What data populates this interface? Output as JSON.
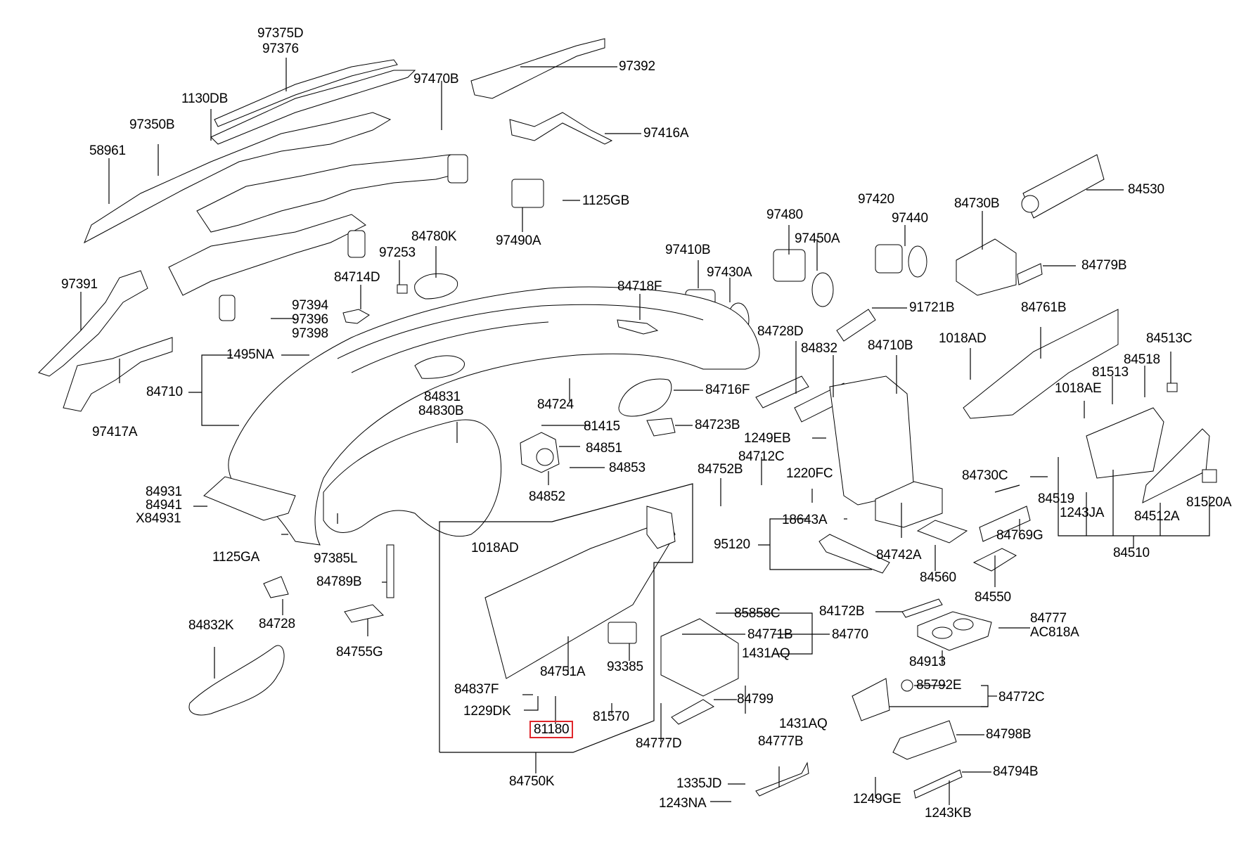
{
  "diagram": {
    "title": "Crash Pad / Instrument Panel Parts Diagram",
    "highlight_color": "#e0262b",
    "highlighted_part": "81180",
    "labels": [
      {
        "id": "p97375D",
        "text": "97375D"
      },
      {
        "id": "p97376",
        "text": "97376"
      },
      {
        "id": "p97392",
        "text": "97392"
      },
      {
        "id": "p1130DB",
        "text": "1130DB"
      },
      {
        "id": "p97470B",
        "text": "97470B"
      },
      {
        "id": "p97350B",
        "text": "97350B"
      },
      {
        "id": "p97416A",
        "text": "97416A"
      },
      {
        "id": "p58961",
        "text": "58961"
      },
      {
        "id": "p84530",
        "text": "84530"
      },
      {
        "id": "p1125GB",
        "text": "1125GB"
      },
      {
        "id": "p97420",
        "text": "97420"
      },
      {
        "id": "p84730B",
        "text": "84730B"
      },
      {
        "id": "p97480",
        "text": "97480"
      },
      {
        "id": "p97440",
        "text": "97440"
      },
      {
        "id": "p97490A",
        "text": "97490A"
      },
      {
        "id": "p84780K",
        "text": "84780K"
      },
      {
        "id": "p97450A",
        "text": "97450A"
      },
      {
        "id": "p97253",
        "text": "97253"
      },
      {
        "id": "p97410B",
        "text": "97410B"
      },
      {
        "id": "p84779B",
        "text": "84779B"
      },
      {
        "id": "p84714D",
        "text": "84714D"
      },
      {
        "id": "p97430A",
        "text": "97430A"
      },
      {
        "id": "p97391",
        "text": "97391"
      },
      {
        "id": "p84718F",
        "text": "84718F"
      },
      {
        "id": "p97394",
        "text": "97394"
      },
      {
        "id": "p97396",
        "text": "97396"
      },
      {
        "id": "p97398",
        "text": "97398"
      },
      {
        "id": "p91721B",
        "text": "91721B"
      },
      {
        "id": "p84761B",
        "text": "84761B"
      },
      {
        "id": "p84728D",
        "text": "84728D"
      },
      {
        "id": "p1018AD_a",
        "text": "1018AD"
      },
      {
        "id": "p84513C",
        "text": "84513C"
      },
      {
        "id": "p84832",
        "text": "84832"
      },
      {
        "id": "p84710B",
        "text": "84710B"
      },
      {
        "id": "p1495NA",
        "text": "1495NA"
      },
      {
        "id": "p84518",
        "text": "84518"
      },
      {
        "id": "p81513",
        "text": "81513"
      },
      {
        "id": "p84710",
        "text": "84710"
      },
      {
        "id": "p84831",
        "text": "84831"
      },
      {
        "id": "p84716F",
        "text": "84716F"
      },
      {
        "id": "p1018AE",
        "text": "1018AE"
      },
      {
        "id": "p84830B",
        "text": "84830B"
      },
      {
        "id": "p84724",
        "text": "84724"
      },
      {
        "id": "p97417A",
        "text": "97417A"
      },
      {
        "id": "p81415",
        "text": "81415"
      },
      {
        "id": "p84723B",
        "text": "84723B"
      },
      {
        "id": "p1249EB",
        "text": "1249EB"
      },
      {
        "id": "p84851",
        "text": "84851"
      },
      {
        "id": "p84712C",
        "text": "84712C"
      },
      {
        "id": "p84853",
        "text": "84853"
      },
      {
        "id": "p84752B",
        "text": "84752B"
      },
      {
        "id": "p1220FC",
        "text": "1220FC"
      },
      {
        "id": "p84730C",
        "text": "84730C"
      },
      {
        "id": "p84931",
        "text": "84931"
      },
      {
        "id": "p84941",
        "text": "84941"
      },
      {
        "id": "pX84931",
        "text": "X84931"
      },
      {
        "id": "p84852",
        "text": "84852"
      },
      {
        "id": "p84519",
        "text": "84519"
      },
      {
        "id": "p81520A",
        "text": "81520A"
      },
      {
        "id": "p18643A",
        "text": "18643A"
      },
      {
        "id": "p1243JA",
        "text": "1243JA"
      },
      {
        "id": "p84512A",
        "text": "84512A"
      },
      {
        "id": "p84769G",
        "text": "84769G"
      },
      {
        "id": "p95120",
        "text": "95120"
      },
      {
        "id": "p1018AD_b",
        "text": "1018AD"
      },
      {
        "id": "p1125GA",
        "text": "1125GA"
      },
      {
        "id": "p97385L",
        "text": "97385L"
      },
      {
        "id": "p84742A",
        "text": "84742A"
      },
      {
        "id": "p84510",
        "text": "84510"
      },
      {
        "id": "p84789B",
        "text": "84789B"
      },
      {
        "id": "p84560",
        "text": "84560"
      },
      {
        "id": "p84550",
        "text": "84550"
      },
      {
        "id": "p84172B",
        "text": "84172B"
      },
      {
        "id": "p85858C",
        "text": "85858C"
      },
      {
        "id": "p84777",
        "text": "84777"
      },
      {
        "id": "p84728",
        "text": "84728"
      },
      {
        "id": "p84771B",
        "text": "84771B"
      },
      {
        "id": "p84770",
        "text": "84770"
      },
      {
        "id": "pAC818A",
        "text": "AC818A"
      },
      {
        "id": "p84832K",
        "text": "84832K"
      },
      {
        "id": "p84755G",
        "text": "84755G"
      },
      {
        "id": "p1431AQ_a",
        "text": "1431AQ"
      },
      {
        "id": "p84913",
        "text": "84913"
      },
      {
        "id": "p84751A",
        "text": "84751A"
      },
      {
        "id": "p93385",
        "text": "93385"
      },
      {
        "id": "p84837F",
        "text": "84837F"
      },
      {
        "id": "p85792E",
        "text": "85792E"
      },
      {
        "id": "p84799",
        "text": "84799"
      },
      {
        "id": "p84772C",
        "text": "84772C"
      },
      {
        "id": "p1229DK",
        "text": "1229DK"
      },
      {
        "id": "p81570",
        "text": "81570"
      },
      {
        "id": "p1431AQ_b",
        "text": "1431AQ"
      },
      {
        "id": "p81180",
        "text": "81180"
      },
      {
        "id": "p84798B",
        "text": "84798B"
      },
      {
        "id": "p84777D",
        "text": "84777D"
      },
      {
        "id": "p84777B",
        "text": "84777B"
      },
      {
        "id": "p84794B",
        "text": "84794B"
      },
      {
        "id": "p84750K",
        "text": "84750K"
      },
      {
        "id": "p1335JD",
        "text": "1335JD"
      },
      {
        "id": "p1249GE",
        "text": "1249GE"
      },
      {
        "id": "p1243NA",
        "text": "1243NA"
      },
      {
        "id": "p1243KB",
        "text": "1243KB"
      }
    ]
  }
}
